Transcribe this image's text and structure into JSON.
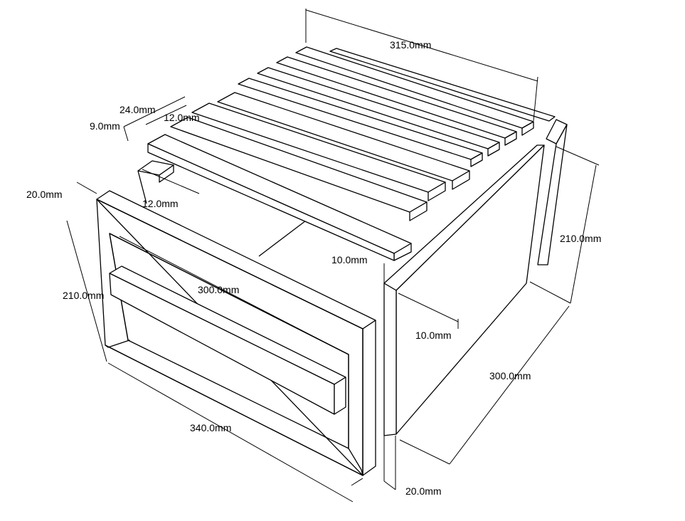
{
  "drawing": {
    "line_color": "#000000",
    "background": "#ffffff",
    "dimensions": [
      {
        "key": "top_depth",
        "label": "315.0mm"
      },
      {
        "key": "slat_width",
        "label": "24.0mm"
      },
      {
        "key": "slat_gap",
        "label": "12.0mm"
      },
      {
        "key": "slat_thickness",
        "label": "9.0mm"
      },
      {
        "key": "panel_thickness_front",
        "label": "20.0mm"
      },
      {
        "key": "lower_slat_gap",
        "label": "12.0mm"
      },
      {
        "key": "front_height",
        "label": "210.0mm"
      },
      {
        "key": "handle_length",
        "label": "300.0mm"
      },
      {
        "key": "front_width",
        "label": "340.0mm"
      },
      {
        "key": "side_inset",
        "label": "10.0mm"
      },
      {
        "key": "side_height",
        "label": "210.0mm"
      },
      {
        "key": "inner_inset",
        "label": "10.0mm"
      },
      {
        "key": "side_depth",
        "label": "300.0mm"
      },
      {
        "key": "panel_thickness_bottom",
        "label": "20.0mm"
      }
    ]
  }
}
